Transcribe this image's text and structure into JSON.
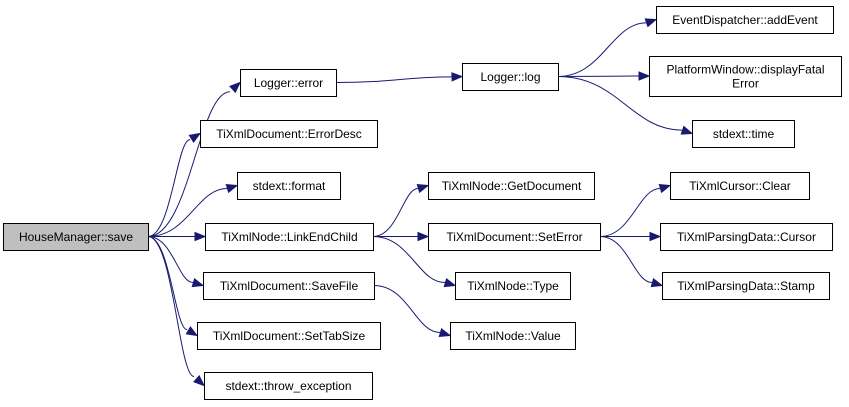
{
  "diagram": {
    "edge_color": "#191970",
    "root_fill": "#bfbfbf",
    "nodes": [
      {
        "id": "root",
        "lines": [
          "HouseManager::save"
        ]
      },
      {
        "id": "logger_error",
        "lines": [
          "Logger::error"
        ]
      },
      {
        "id": "errordesc",
        "lines": [
          "TiXmlDocument::ErrorDesc"
        ]
      },
      {
        "id": "format",
        "lines": [
          "stdext::format"
        ]
      },
      {
        "id": "linkendchild",
        "lines": [
          "TiXmlNode::LinkEndChild"
        ]
      },
      {
        "id": "savefile",
        "lines": [
          "TiXmlDocument::SaveFile"
        ]
      },
      {
        "id": "settabsize",
        "lines": [
          "TiXmlDocument::SetTabSize"
        ]
      },
      {
        "id": "throw",
        "lines": [
          "stdext::throw_exception"
        ]
      },
      {
        "id": "logger_log",
        "lines": [
          "Logger::log"
        ]
      },
      {
        "id": "getdocument",
        "lines": [
          "TiXmlNode::GetDocument"
        ]
      },
      {
        "id": "seterror",
        "lines": [
          "TiXmlDocument::SetError"
        ]
      },
      {
        "id": "type",
        "lines": [
          "TiXmlNode::Type"
        ]
      },
      {
        "id": "value",
        "lines": [
          "TiXmlNode::Value"
        ]
      },
      {
        "id": "addevent",
        "lines": [
          "EventDispatcher::addEvent"
        ]
      },
      {
        "id": "fatal",
        "lines": [
          "PlatformWindow::displayFatal",
          "Error"
        ]
      },
      {
        "id": "time",
        "lines": [
          "stdext::time"
        ]
      },
      {
        "id": "clear",
        "lines": [
          "TiXmlCursor::Clear"
        ]
      },
      {
        "id": "cursor",
        "lines": [
          "TiXmlParsingData::Cursor"
        ]
      },
      {
        "id": "stamp",
        "lines": [
          "TiXmlParsingData::Stamp"
        ]
      }
    ],
    "edges": [
      {
        "from": "root",
        "to": "logger_error"
      },
      {
        "from": "root",
        "to": "errordesc"
      },
      {
        "from": "root",
        "to": "format"
      },
      {
        "from": "root",
        "to": "linkendchild"
      },
      {
        "from": "root",
        "to": "savefile"
      },
      {
        "from": "root",
        "to": "settabsize"
      },
      {
        "from": "root",
        "to": "throw"
      },
      {
        "from": "logger_error",
        "to": "logger_log"
      },
      {
        "from": "logger_log",
        "to": "addevent"
      },
      {
        "from": "logger_log",
        "to": "fatal"
      },
      {
        "from": "logger_log",
        "to": "time"
      },
      {
        "from": "linkendchild",
        "to": "getdocument"
      },
      {
        "from": "linkendchild",
        "to": "seterror"
      },
      {
        "from": "linkendchild",
        "to": "type"
      },
      {
        "from": "savefile",
        "to": "value"
      },
      {
        "from": "seterror",
        "to": "clear"
      },
      {
        "from": "seterror",
        "to": "cursor"
      },
      {
        "from": "seterror",
        "to": "stamp"
      }
    ]
  }
}
